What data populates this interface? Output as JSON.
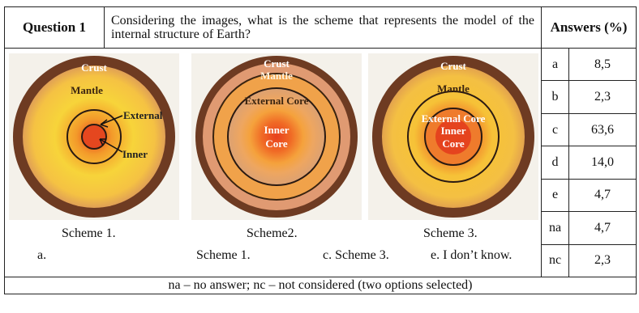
{
  "question": {
    "label": "Question 1",
    "text": "Considering the images, what is the scheme that represents the model of the internal structure of Earth?"
  },
  "answers_header": "Answers (%)",
  "answers": [
    {
      "option": "a",
      "value": "8,5"
    },
    {
      "option": "b",
      "value": "2,3"
    },
    {
      "option": "c",
      "value": "63,6"
    },
    {
      "option": "d",
      "value": "14,0"
    },
    {
      "option": "e",
      "value": "4,7"
    },
    {
      "option": "na",
      "value": "4,7"
    },
    {
      "option": "nc",
      "value": "2,3"
    }
  ],
  "schemes": [
    {
      "caption": "Scheme 1.",
      "labels": {
        "crust": "Crust",
        "mantle": "Mantle",
        "external": "External",
        "inner": "Inner"
      }
    },
    {
      "caption": "Scheme2.",
      "labels": {
        "crust": "Crust",
        "mantle": "Mantle",
        "external": "External Core",
        "inner1": "Inner",
        "inner2": "Core"
      }
    },
    {
      "caption": "Scheme 3.",
      "labels": {
        "crust": "Crust",
        "mantle": "Mantle",
        "external": "External Core",
        "inner1": "Inner",
        "inner2": "Core"
      }
    }
  ],
  "options_line": {
    "a": "a.",
    "b": "Scheme 1.",
    "c": "c. Scheme 3.",
    "e": "e. I don’t know."
  },
  "footnote": "na – no answer; nc – not considered (two options selected)"
}
